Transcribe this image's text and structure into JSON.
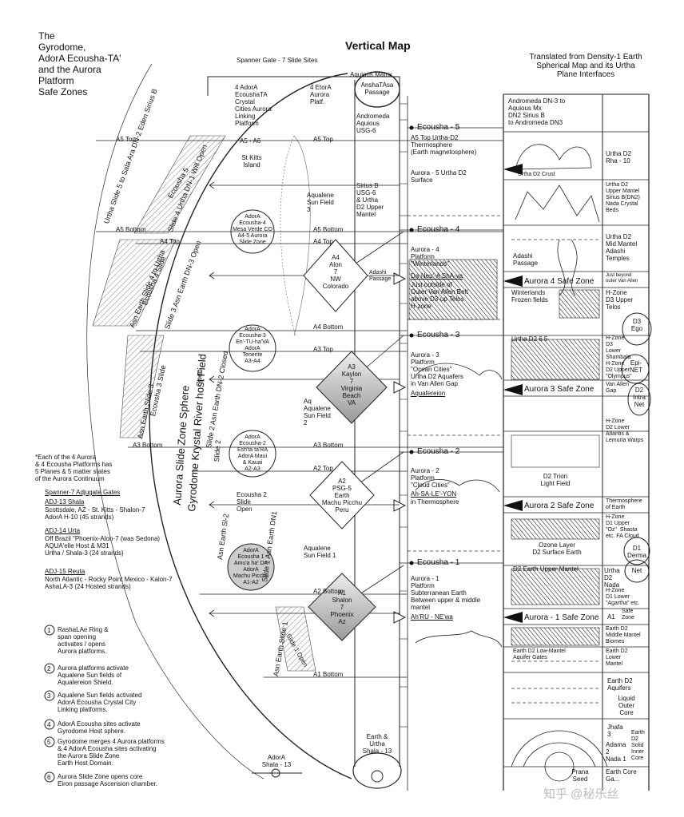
{
  "header": {
    "left_title": "The\nGyrodome,\nAdorA Ecousha-TA'\nand the Aurora\nPlatform\nSafe Zones",
    "center_title": "Vertical Map",
    "right_title": "Translated from Density-1 Earth\nSpherical Map and its Urtha\nPlane Interfaces"
  },
  "left_notes": {
    "note": "*Each of the 4 Aurora\n& 4 Ecousha Platforms has\n5 Planes & 5 matter states\nof the Aurora Continuum",
    "gates_title": "Spanner-7 Adjugate Gates",
    "gates": [
      {
        "title": "ADJ-13 Shala",
        "body": "Scottsdale, AZ - St. Kitts - Shalon-7\nAdorA H-10 (45 strands)"
      },
      {
        "title": "ADJ-14 Urta",
        "body": "Off Brazil \"Phoenix-Alon-7 (was Sedona)\nAQUA'elle Host & M31\nUrtha / Shala-3 (24 strands)"
      },
      {
        "title": "ADJ-15 Reuta",
        "body": "North Atlantic - Rocky Point Mexico - Kalon-7\nAshaLA-3 (24 Hosted strands)"
      }
    ]
  },
  "steps": [
    {
      "num": "1",
      "text": "RashaLAe Ring &\nspan opening\nactivates / opens\nAurora platforms."
    },
    {
      "num": "2",
      "text": "Aurora platforms activate\nAqualene Sun fields of\nAqualereion Shield."
    },
    {
      "num": "3",
      "text": "Aqualene Sun fields activated\nAdorA Ecousha Crystal City\nLinking platforms."
    },
    {
      "num": "4",
      "text": "AdorA Ecousha sites activate\nGyrodome Host sphere."
    },
    {
      "num": "5",
      "text": "Gyrodome merges 4 Aurora platforms\n& 4 AdorA Ecousha sites activating\nthe Aurora Slide Zone\nEarth Host Domain."
    },
    {
      "num": "6",
      "text": "Aurora Slide Zone opens core\nEiron passage Ascension chamber."
    }
  ],
  "slide_labels": {
    "urtha5": "Urtha Slide 5 to Sala Ara DN-2 Eden Sirius B",
    "ecousha5": "Ecousha 5",
    "slide4urtha": "Slide 4 Urtha DN-1 Will Open",
    "asn4": "Asn Earth Slide 4 to Urtha",
    "ecousha4": "Ecousha 4 Slide",
    "slide3": "Slide 3 Asn Earth DN-3 Open",
    "gyrodome_sphere": "Aurora Slide Zone Sphere",
    "gyrodome_host": "Gyrodome Krystal River host Field",
    "asn3": "Asn Earth Slide 3",
    "ecousha3": "Ecousha 3 Slide",
    "slide2dn2": "Slide 2 Asn Earth DN-2 Closed",
    "open_a": "Open",
    "slide2": "Slide 2",
    "asn_sl2": "Asn Earth Sl-2",
    "slide_dn1": "Slide 1 Asn Earth DN1",
    "asn1": "Asn Earth Slide 1",
    "slide1open": "Slide 1 Open",
    "ecousha2": "Ecousha 2\nSlide\nOpen"
  },
  "spanner": "Spanner Gate - 7 Slide Sites",
  "aquious": "Aquious Matrix",
  "ansha": "AnshaTAsa\nPassage",
  "andromeda_col": "Andromeda\nAquious\nUSG-6",
  "adora_ecousha_ta": "4 AdorA\nEcoushaTA\nCrystal\nCities Aurora\nLinking\nPlatform",
  "etora": "4 EtorA\nAurora\nPlatf.",
  "a5a6": "A5 - A6",
  "stkitts": "St Kitts\nIsland",
  "sirius": "Sirius B\nUSG-6\n& Urtha\nD2 Upper\nMantel",
  "aqualene_sun3": "Aqualene\nSun Field\n3",
  "level_labels": {
    "a5top_l": "A5 Top",
    "a5top_r": "A5 Top",
    "a5bot_l": "A5 Bottom",
    "a5bot_r": "A5 Bottom",
    "a4top_l": "A4 Top",
    "a4top_r": "A4 Top",
    "a4bot": "A4 Bottom",
    "a3top": "A3 Top",
    "a3bot_l": "A3 Bottom",
    "a3bot_r": "A3 Bottom",
    "a2top": "A2 Top",
    "a2bot": "A2 Bottom",
    "a1bot": "A1 Bottom"
  },
  "circles": {
    "c4": "AdorA\nEcousha-4\nMesa Verde CO\nA4-5 Aurora\nSlide Zone",
    "c3": "AdorA\nEcousha-3\nEn'-TU-ha'VA\nAdorA\nTenerite\nA3-A4",
    "c2": "AdorA\nEcousha-2\nEsh'ta ta'RA\nAdorA Maui\n& Kauai\nA2-A3",
    "c1": "AdorA\nEcousha 1\nAmu'a ha' DA\nAdorA\nMachu Picchu\nA1-A2"
  },
  "diamonds": {
    "a4": "A4\nAlon\n7\nNW\nColorado",
    "a3": "A3\nKaylon\n7\nVirginia\nBeach\nVA",
    "a2": "A2\nPSG-5\nEarth\nMachu Picchu\nPeru",
    "a1": "A1\nShalon\n7\nPhoenix\nAz"
  },
  "aq_sun2": "Aq\nAqualene\nSun Field\n2",
  "aq_sun1": "Aqualene\nSun Field 1",
  "adashi_passage": "Adashi\nPassage",
  "earth_urtha": "Earth &\nUrtha\nShala - 13",
  "adora_shala": "AdorA\nShala - 13",
  "ecousha": {
    "e5": "Ecousha - 5",
    "e4": "Ecousha - 4",
    "e3": "Ecousha - 3",
    "e2": "Ecousha - 2",
    "e1": "Ecousha - 1"
  },
  "aurora_text": {
    "a5": "A5 Top Urtha-D2\nThermosphere\n(Earth magnetosphere)",
    "a5b": "Aurora - 5 Urtha D2\nSurface",
    "a4": "Aurora - 4\nPlatform\n\"Winterlands\"",
    "a4name": "Da-Neu'-A ShA-va",
    "a4b": "Just outside of\nOuter Van Allen Belt\nabove D3-up Telos\nH-zone",
    "a3": "Aurora - 3\nPlatform\n\"Ocean Cities\"\nUrtha D2 Aquafers\nin Van Allen Gap",
    "a3name": "Aquafereion",
    "a2": "Aurora - 2\nPlatform\n\"Cloud Cities\"",
    "a2name": "Ah-SA-LE'-YON",
    "a2b": "in Thermosphere",
    "a1": "Aurora - 1\nPlatform\nSubterranean Earth\nBetween upper & middle\nmantel",
    "a1name": "Ah'RU - NE'wa"
  },
  "right_col": {
    "andromeda_dn3": "Andromeda DN-3 to\nAquious Mx\nDN2 Sirius B\nto Andromeda DN3",
    "urtha_rha": "Urtha D2\nRha - 10",
    "urtha_crust": "Urtha D2 Crust",
    "urtha_upper": "Urtha D2\nUpper Mantel\nSirius B(DN2)\nNada Crystal\nBeds",
    "adashi": "Adashi\nPassage",
    "urtha_mid": "Urtha D2\nMid Mantel\nAdashi\nTemples",
    "safe4": "Aurora 4 Safe Zone",
    "beyond": "Just beyond\nouter Van Allen",
    "winter": "Winterlands\nFrozen fields",
    "hzone_d3": "H-Zone\nD3 Upper\nTelos",
    "urtha65": "Urtha D2 6.5",
    "d3ego": "D3\nEgo",
    "hzone_lower": "H-Zone\nD3\nLower\nShambala",
    "epi": "Epi-\nNET",
    "olympus": "H-Zone\nD2 Upper\n\"Olympus\"",
    "vanallen": "Van Allen\nGap",
    "safe3": "Aurora 3 Safe Zone",
    "d2intra": "D2\nIntra\nNet",
    "atlantis": "H-Zone\nD2 Lower\nAtlantis &\nLemuria Warps",
    "trion": "D2 Trion\nLight Field",
    "safe2": "Aurora 2 Safe Zone",
    "thermo": "Thermosphere\nof Earth",
    "oz": "H-Zone\nD1 Upper\n\"Oz\"  Shasta\netc. FA Cloud",
    "ozone": "Ozone Layer\nD2 Surface Earth",
    "d1derma": "D1\nDerma",
    "earth_upper": "D2 Earth Upper Mantel",
    "urtha_nada": "Urtha\nD2\nNada",
    "net": "Net",
    "agartha": "H-Zone\nD1 Lower\n\"Agartha\" etc.",
    "safe1": "Aurora - 1 Safe Zone",
    "a1safe": "A1",
    "safe_zone": "Safe\nZone",
    "middle_mantel": "Earth D2\nMiddle Mantel\nBiomes",
    "low_mantel": "Earth D2 Low-Mantel\nAquifer Gates",
    "lower_mantel": "Earth D2\nLower\nMantel",
    "aquifers": "Earth D2\nAquifers",
    "liquid": "Liquid\nOuter\nCore",
    "jhafa": "Jhafa\n3",
    "adama": "Adama\n2",
    "nada1": "Nada 1",
    "solid": "Earth\nD2\nSolid\nInner\nCore",
    "prana": "Prana\nSeed",
    "earthcore": "Earth Core\nGa..."
  },
  "watermark": "知乎 @秘乐丝"
}
